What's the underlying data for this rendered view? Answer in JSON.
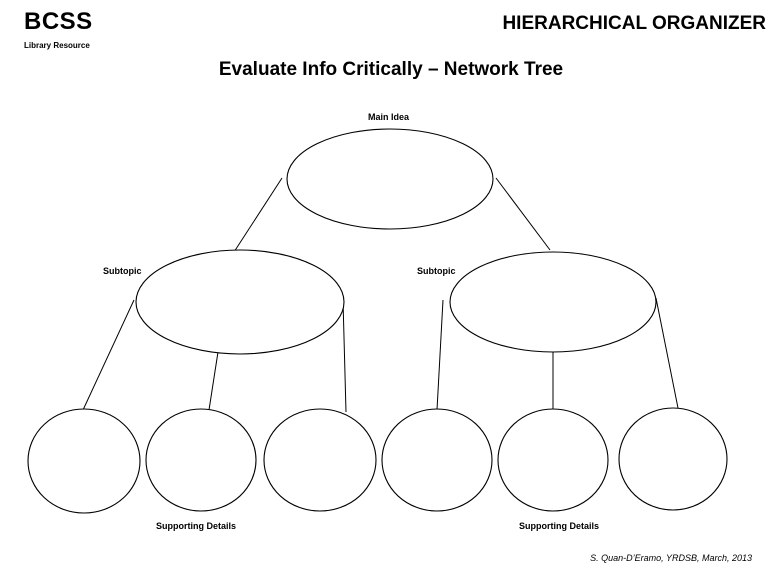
{
  "header": {
    "brand": "BCSS",
    "brand_subtitle": "Library Resource",
    "organizer_type": "HIERARCHICAL ORGANIZER"
  },
  "title": "Evaluate Info Critically – Network Tree",
  "labels": {
    "main_idea": "Main Idea",
    "subtopic_left": "Subtopic",
    "subtopic_right": "Subtopic",
    "supporting_details_left": "Supporting Details",
    "supporting_details_right": "Supporting Details"
  },
  "footer": {
    "credit": "S. Quan-D’Eramo, YRDSB, March, 2013"
  }
}
